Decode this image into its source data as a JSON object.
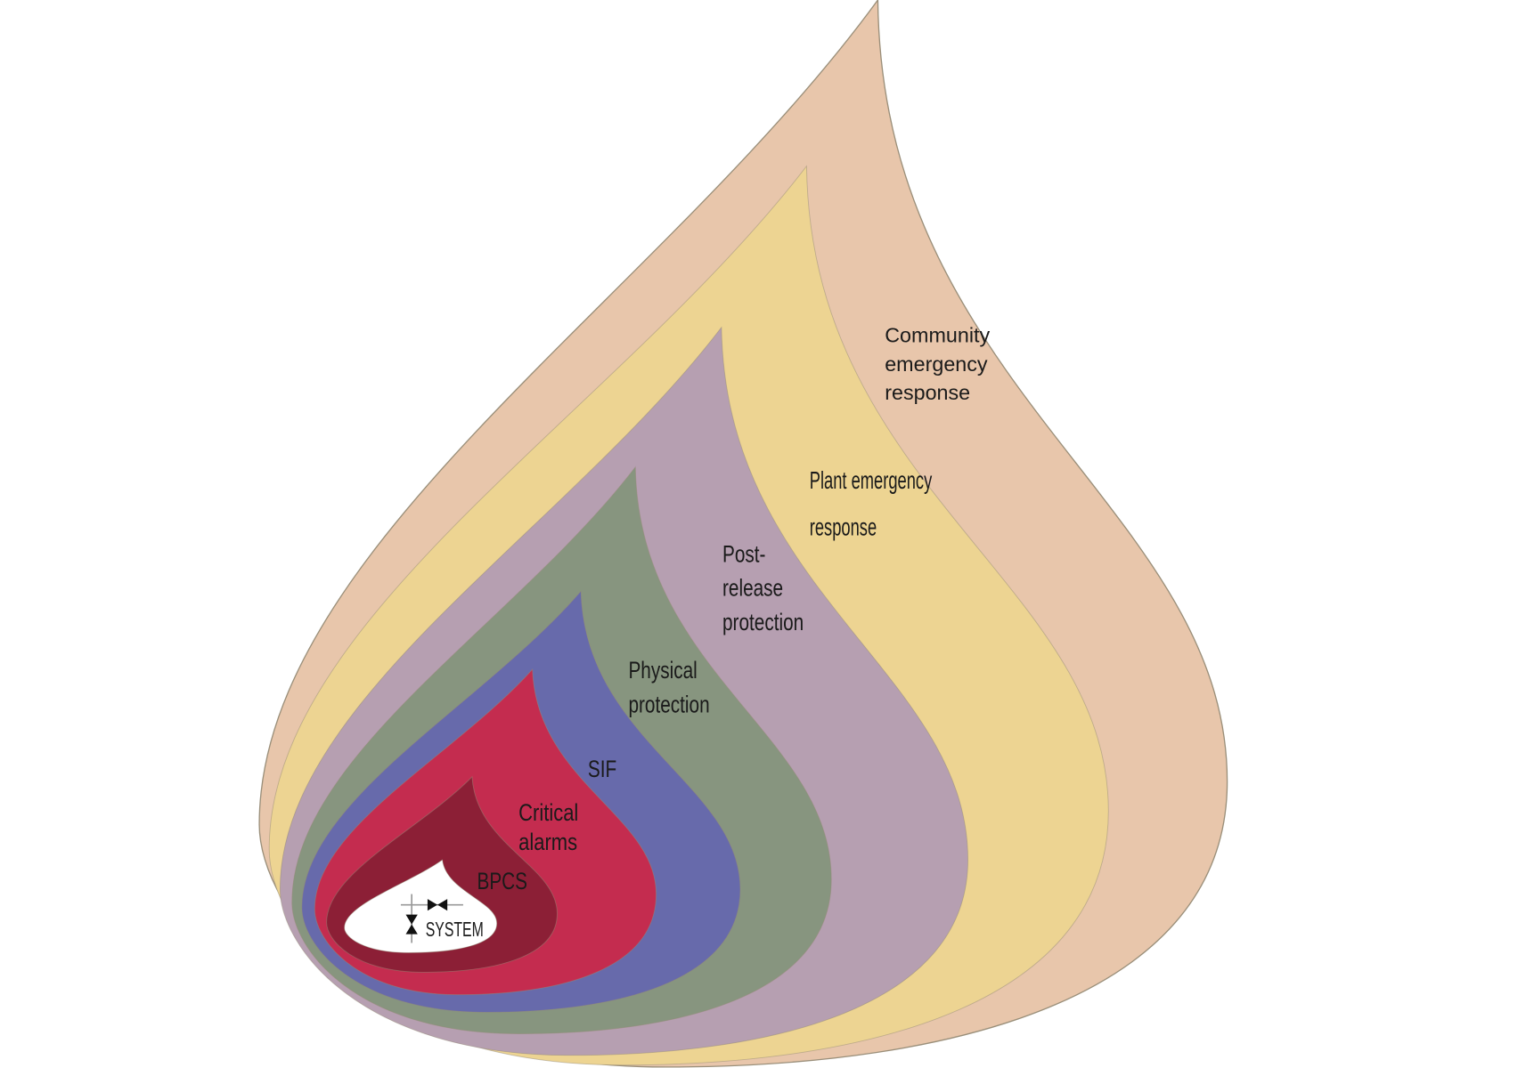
{
  "diagram": {
    "layers": [
      {
        "id": "community",
        "lines": [
          "Community",
          "emergency",
          "response"
        ],
        "color": "#e8c6ab"
      },
      {
        "id": "plant",
        "lines": [
          "Plant emergency",
          "response"
        ],
        "color": "#edd492"
      },
      {
        "id": "post-release",
        "lines": [
          "Post-",
          "release",
          "protection"
        ],
        "color": "#b69fb1"
      },
      {
        "id": "physical",
        "lines": [
          "Physical",
          "protection"
        ],
        "color": "#87957f"
      },
      {
        "id": "sif",
        "lines": [
          "SIF"
        ],
        "color": "#676aab"
      },
      {
        "id": "critical-alarms",
        "lines": [
          "Critical",
          "alarms"
        ],
        "color": "#c42c4f"
      },
      {
        "id": "bpcs",
        "lines": [
          "BPCS"
        ],
        "color": "#8c1f36"
      },
      {
        "id": "system",
        "lines": [
          "SYSTEM"
        ],
        "color": "#ffffff"
      }
    ],
    "outline_color": "#9a8f7a"
  }
}
